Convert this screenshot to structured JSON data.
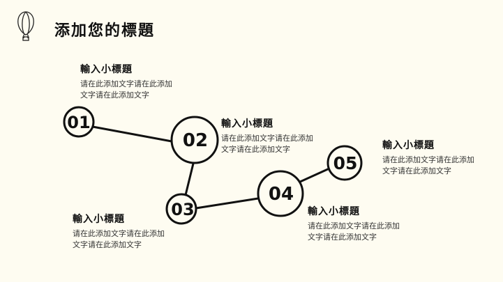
{
  "title": "添加您的標題",
  "items": [
    {
      "num": "01",
      "heading": "輸入小標題",
      "body": "请在此添加文字请在此添加文字请在此添加文字"
    },
    {
      "num": "02",
      "heading": "輸入小標題",
      "body": "请在此添加文字请在此添加文字请在此添加文字"
    },
    {
      "num": "03",
      "heading": "輸入小標題",
      "body": "请在此添加文字请在此添加文字请在此添加文字"
    },
    {
      "num": "04",
      "heading": "輸入小標題",
      "body": "请在此添加文字请在此添加文字请在此添加文字"
    },
    {
      "num": "05",
      "heading": "輸入小標題",
      "body": "请在此添加文字请在此添加文字请在此添加文字"
    }
  ]
}
